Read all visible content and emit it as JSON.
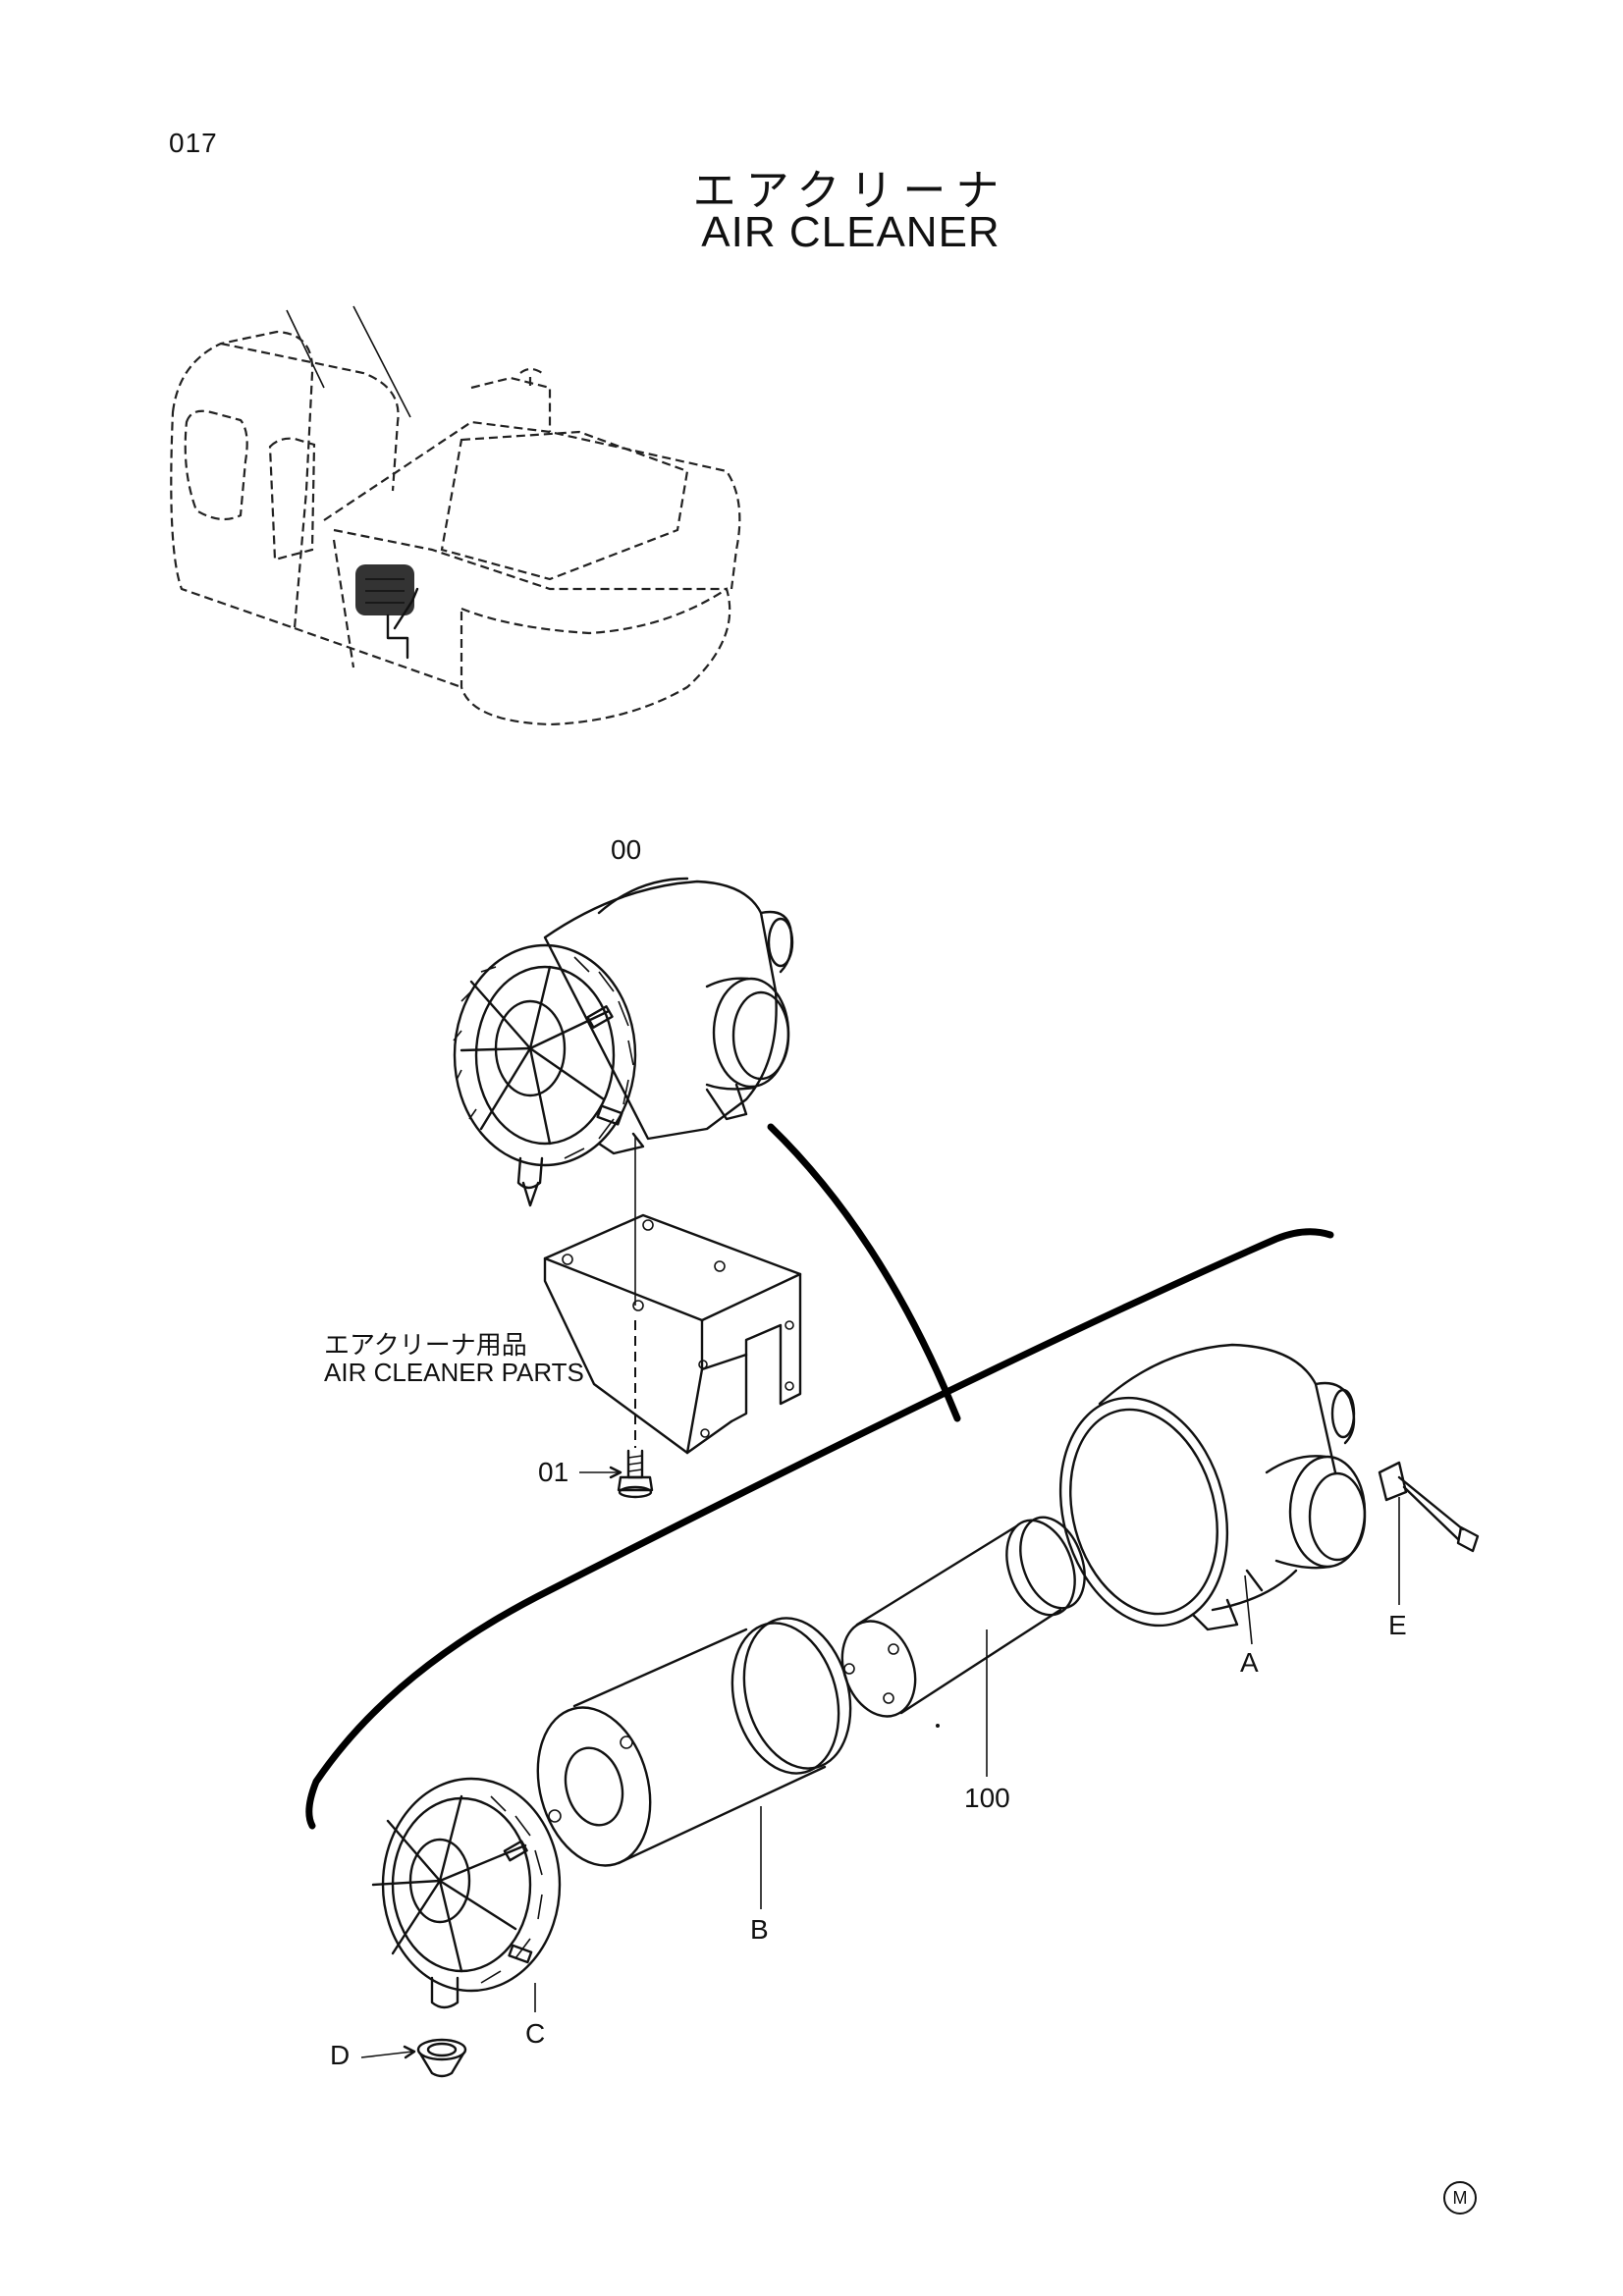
{
  "page_number": "017",
  "title_japanese": "エアクリーナ",
  "title_english": "AIR CLEANER",
  "callout": {
    "japanese": "エアクリーナ用品",
    "english": "AIR CLEANER PARTS"
  },
  "part_labels": {
    "assembly": "00",
    "bolt": "01",
    "element": "100",
    "body": "A",
    "outer_element": "B",
    "cover": "C",
    "valve": "D",
    "indicator": "E"
  },
  "corner_mark": "M"
}
